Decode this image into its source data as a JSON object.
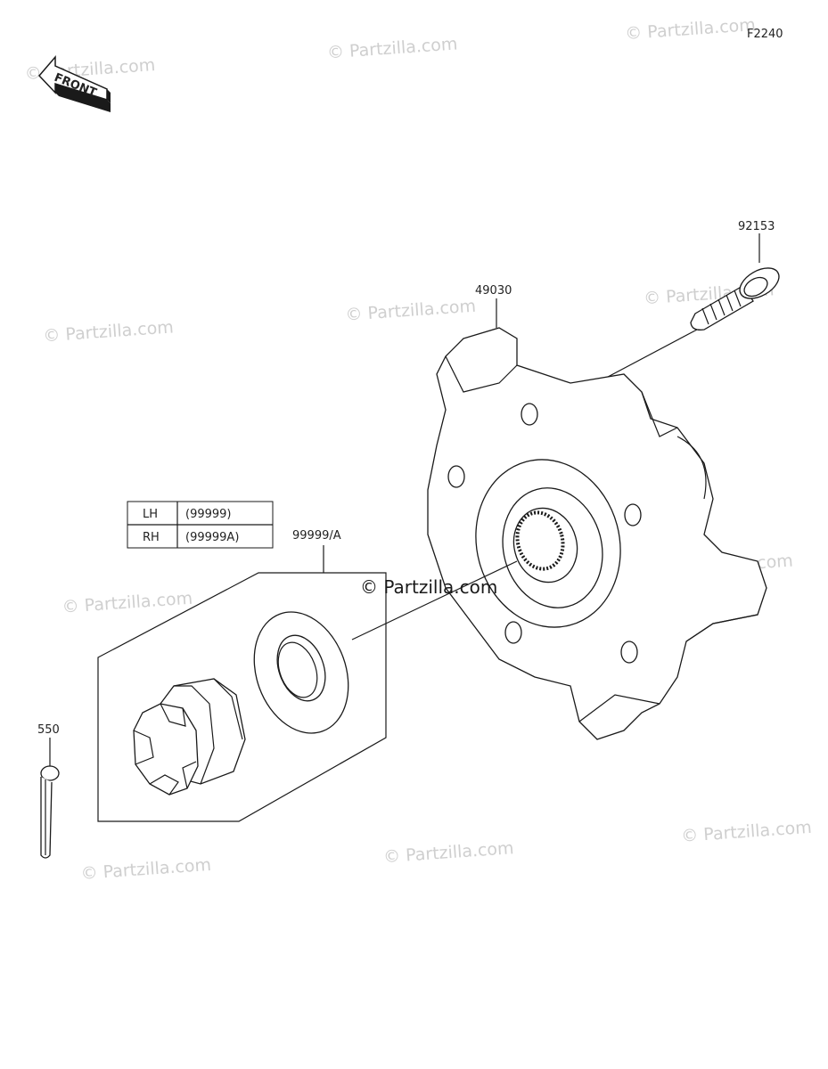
{
  "diagram_code": "F2240",
  "front_label": "FRONT",
  "watermark": "© Partzilla.com",
  "center_watermark": "© Partzilla.com",
  "parts": {
    "p92153": "92153",
    "p49030": "49030",
    "p99999": "99999/A",
    "p550": "550"
  },
  "variant_table": [
    {
      "side": "LH",
      "code": "(99999)"
    },
    {
      "side": "RH",
      "code": "(99999A)"
    }
  ]
}
